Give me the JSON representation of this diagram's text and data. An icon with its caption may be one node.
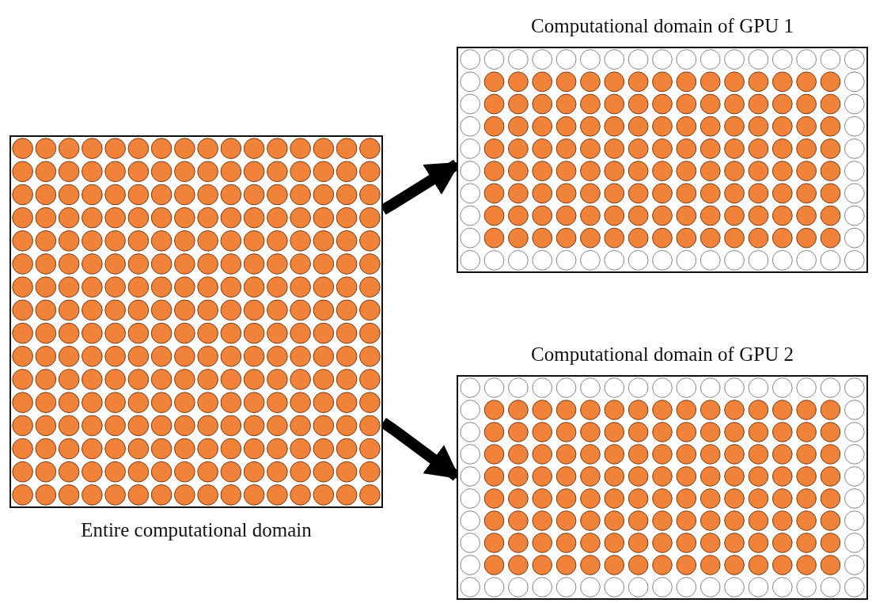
{
  "diagram": {
    "nodes": [
      {
        "text": [
          "Entire computational domain"
        ]
      },
      {
        "text": [
          "Computational domain of GPU 1"
        ]
      },
      {
        "text": [
          "Computational domain of GPU 2"
        ]
      }
    ],
    "edges": [
      {
        "from": 0,
        "to": 1,
        "arrow": "to"
      },
      {
        "from": 0,
        "to": 2,
        "arrow": "to"
      }
    ]
  }
}
